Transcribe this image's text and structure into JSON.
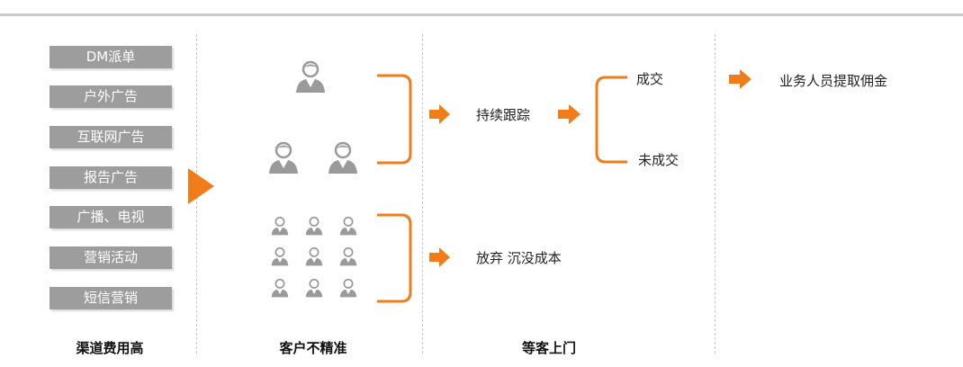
{
  "channels": {
    "items": [
      "DM派单",
      "户外广告",
      "互联网广告",
      "报告广告",
      "广播、电视",
      "营销活动",
      "短信营销"
    ],
    "footer": "渠道费用高"
  },
  "customers": {
    "footer": "客户不精准"
  },
  "flow": {
    "follow_up": "持续跟踪",
    "deal": "成交",
    "no_deal": "未成交",
    "give_up": "放弃 沉没成本",
    "footer": "等客上门"
  },
  "result": {
    "commission": "业务人员提取佣金"
  },
  "colors": {
    "accent": "#f07d1a",
    "chip": "#9d9d9d",
    "icon": "#9a9a9a",
    "divider": "#c8c8c8"
  }
}
